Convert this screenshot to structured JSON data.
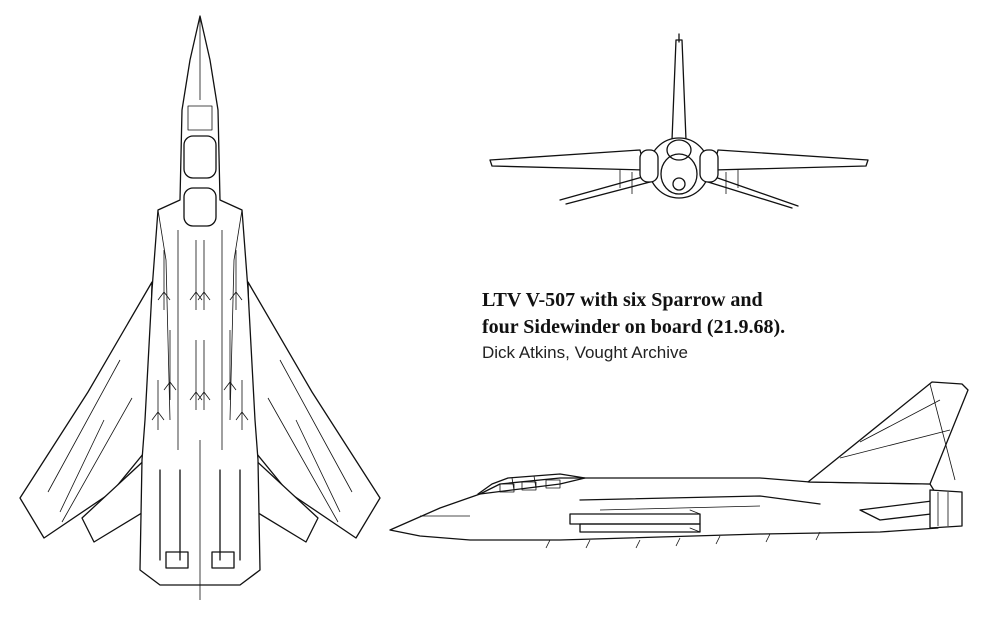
{
  "caption": {
    "line1": "LTV V-507 with six Sparrow and",
    "line2": "four Sidewinder on board (21.9.68).",
    "credit": "Dick Atkins, Vought Archive"
  },
  "drawing": {
    "views": [
      "top-view",
      "front-view",
      "side-view"
    ],
    "line_color": "#111111",
    "background": "#ffffff"
  }
}
